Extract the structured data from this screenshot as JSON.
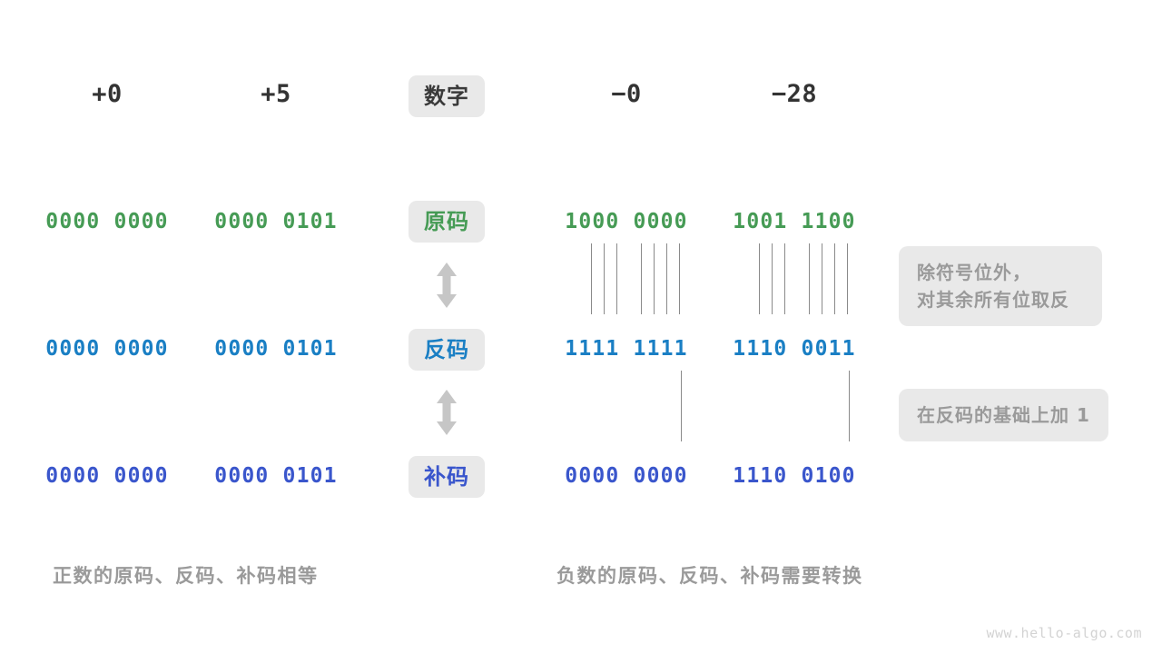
{
  "figure": {
    "title_row": {
      "label_chip": "数字",
      "columns": [
        "+0",
        "+5",
        "−0",
        "−28"
      ]
    },
    "rows": [
      {
        "name": "原码",
        "color": "#469b55",
        "values": [
          "0000 0000",
          "0000 0101",
          "1000 0000",
          "1001 1100"
        ]
      },
      {
        "name": "反码",
        "color": "#1a7fc4",
        "values": [
          "0000 0000",
          "0000 0101",
          "1111 1111",
          "1110 0011"
        ]
      },
      {
        "name": "补码",
        "color": "#3a56cc",
        "values": [
          "0000 0000",
          "0000 0101",
          "0000 0000",
          "1110 0100"
        ]
      }
    ],
    "notes": [
      {
        "text": "除符号位外，\n对其余所有位取反"
      },
      {
        "text": "在反码的基础上加 1"
      }
    ],
    "captions": {
      "left": "正数的原码、反码、补码相等",
      "right": "负数的原码、反码、补码需要转换"
    },
    "watermark": "www.hello-algo.com",
    "arrows": {
      "top": "double-vertical-arrow",
      "bottom": "double-vertical-arrow"
    },
    "colors": {
      "chip_bg": "#e9e9e9",
      "note_bg": "#e9e9e9",
      "muted": "#9a9a9a",
      "dark": "#333333",
      "line": "#8a8a8a"
    }
  }
}
